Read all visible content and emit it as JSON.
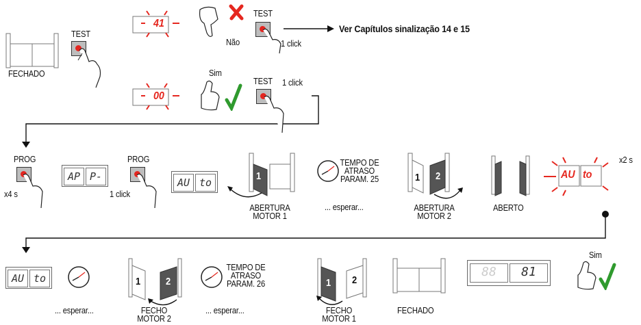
{
  "colors": {
    "accent_red": "#e5271f",
    "check_green": "#2f9a2e",
    "panel_dark": "#555555"
  },
  "labels": {
    "test": "TEST",
    "fechado": "FECHADO",
    "nao": "Não",
    "sim": "Sim",
    "one_click": "1 click",
    "ver_capitulos": "Ver Capítulos sinalização 14 e 15",
    "prog": "PROG",
    "x4s": "x4 s",
    "x2s": "x2 s",
    "abertura_motor1_l1": "ABERTURA",
    "abertura_motor1_l2": "MOTOR 1",
    "abertura_motor2_l1": "ABERTURA",
    "abertura_motor2_l2": "MOTOR 2",
    "esperar": "... esperar...",
    "tempo_l1": "TEMPO DE",
    "tempo_l2": "ATRASO",
    "param25": "PARAM. 25",
    "param26": "PARAM. 26",
    "aberto": "ABERTO",
    "fecho_motor2_l1": "FECHO",
    "fecho_motor2_l2": "MOTOR 2",
    "fecho_motor1_l1": "FECHO",
    "fecho_motor1_l2": "MOTOR 1"
  },
  "displays": {
    "err_code": "41",
    "ok_code": "00",
    "ap": "AP",
    "p_dash": "P-",
    "au": "AU",
    "to": "to",
    "ee1": "88",
    "ee2": "81"
  },
  "leaf_numbers": {
    "one": "1",
    "two": "2"
  },
  "icons": [
    "hand-press-icon",
    "thumb-down-icon",
    "thumb-up-icon",
    "red-x-icon",
    "green-check-icon",
    "clock-icon",
    "gate-icon",
    "arrow-icon"
  ]
}
